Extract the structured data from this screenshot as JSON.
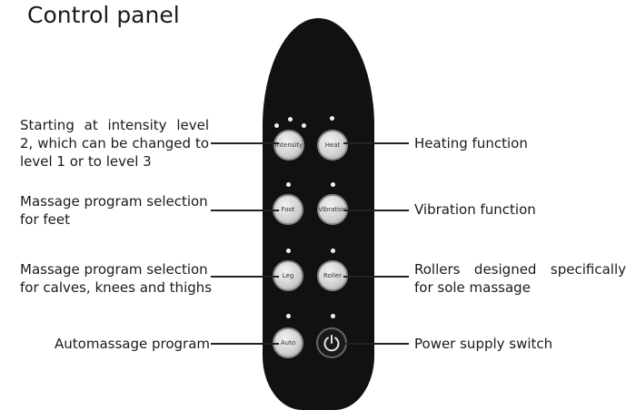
{
  "title": "Control panel",
  "buttons": {
    "intensity": "Intensity",
    "heat": "Heat",
    "foot": "Foot",
    "vibration": "Vibration",
    "leg": "Leg",
    "roller": "Roller",
    "auto": "Auto",
    "power_icon": "power-icon"
  },
  "left_labels": [
    "Starting at intensity level 2, which can be changed to level 1 or to level 3",
    "Massage program selection for feet",
    "Massage program selection for calves, knees and thighs",
    "Automassage program"
  ],
  "right_labels": [
    "Heating function",
    "Vibration function",
    "Rollers designed specifically for sole massage",
    "Power supply switch"
  ]
}
